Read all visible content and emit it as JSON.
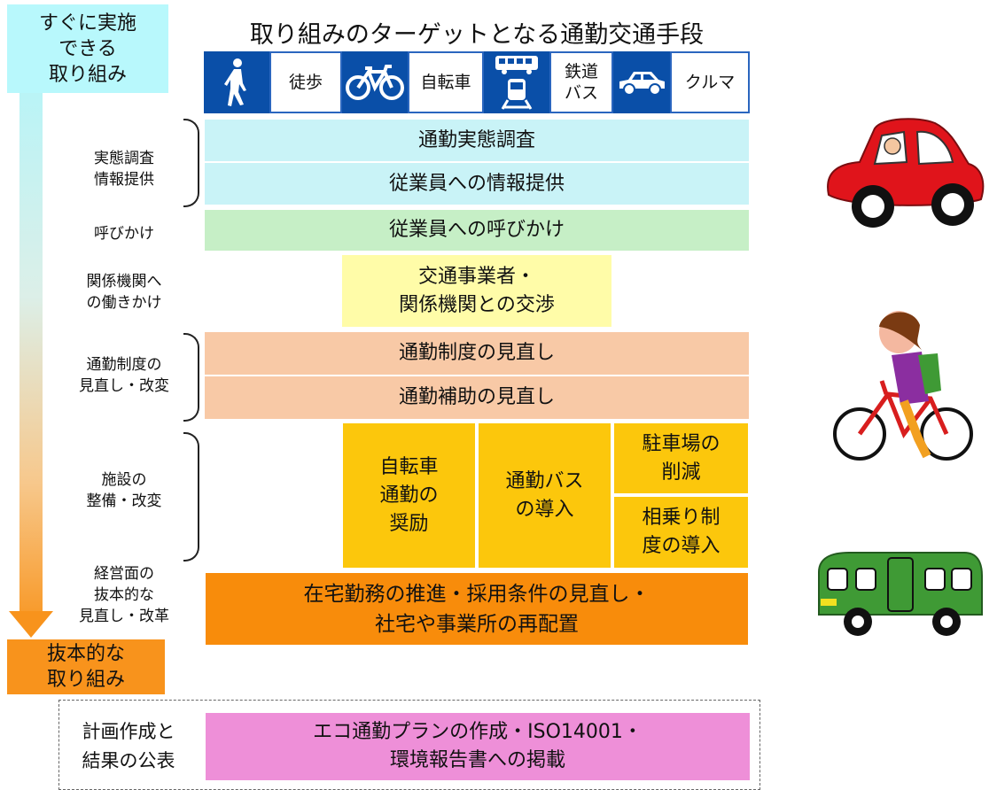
{
  "header": {
    "title": "取り組みのターゲットとなる通勤交通手段",
    "modes": [
      {
        "icon": "walking-person-icon",
        "label": "徒歩"
      },
      {
        "icon": "bicycle-icon",
        "label": "自転車"
      },
      {
        "icon": "train-bus-icon",
        "label": "鉄道\nバス"
      },
      {
        "icon": "car-icon",
        "label": "クルマ"
      }
    ]
  },
  "arrow": {
    "top_label": "すぐに実施\nできる\n取り組み",
    "bottom_label": "抜本的な\n取り組み"
  },
  "categories": {
    "survey": "実態調査\n情報提供",
    "appeal": "呼びかけ",
    "agencies": "関係機関へ\nの働きかけ",
    "system": "通勤制度の\n見直し・改変",
    "facility": "施設の\n整備・改変",
    "management": "経営面の\n抜本的な\n見直し・改革",
    "plan": "計画作成と\n結果の公表"
  },
  "measures": {
    "commute_survey": "通勤実態調査",
    "info_provision": "従業員への情報提供",
    "appeal": "従業員への呼びかけ",
    "negotiation": "交通事業者・\n関係機関との交渉",
    "system_review": "通勤制度の見直し",
    "subsidy_review": "通勤補助の見直し",
    "bike_encourage": "自転車\n通勤の\n奨励",
    "shuttle_bus": "通勤バス\nの導入",
    "parking_reduce": "駐車場の\n削減",
    "carpool": "相乗り制\n度の導入",
    "telework": "在宅勤務の推進・採用条件の見直し・\n社宅や事業所の再配置",
    "eco_plan": "エコ通勤プランの作成・ISO14001・\n環境報告書への掲載"
  },
  "colors": {
    "cyan": "#c9f3f7",
    "green": "#c6efc6",
    "yellow": "#fffca8",
    "peach": "#f8c9a6",
    "gold": "#fcc70c",
    "orange": "#f88c0b",
    "pink": "#ee8fd8",
    "blue": "#0a4fa8"
  }
}
